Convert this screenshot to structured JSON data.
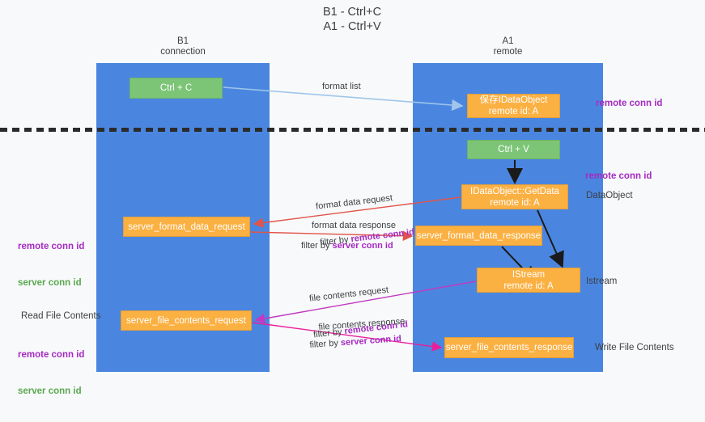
{
  "title": "B1 - Ctrl+C\nA1 - Ctrl+V",
  "columns": {
    "left": {
      "head": "B1\nconnection"
    },
    "right": {
      "head": "A1\nremote"
    }
  },
  "nodes": {
    "ctrl_c": "Ctrl + C",
    "save_idataobject": "保存IDataObject\nremote id: A",
    "ctrl_v": "Ctrl + V",
    "getdata": "IDataObject::GetData\nremote id: A",
    "server_format_data_request": "server_format_data_request",
    "server_format_data_response": "server_format_data_response",
    "istream": "IStream\nremote id: A",
    "server_file_contents_request": "server_file_contents_request",
    "server_file_contents_response": "server_file_contents_response"
  },
  "edge_labels": {
    "format_list": "format list",
    "format_data_request": "format data request",
    "format_data_request_filter_prefix": "filter by ",
    "format_data_request_filter_key": "remote conn id",
    "format_data_response": "format data response",
    "format_data_response_filter_prefix": "filter by ",
    "format_data_response_filter_key": "server conn id",
    "file_contents_request": "file contents request",
    "file_contents_request_filter_prefix": "filter by ",
    "file_contents_request_filter_key": "remote conn id",
    "file_contents_response": "file contents response",
    "file_contents_response_filter_prefix": "filter by ",
    "file_contents_response_filter_key": "server conn id"
  },
  "annotations": {
    "right_remote_conn_id_top": "remote conn id",
    "right_remote_conn_id_mid": "remote conn id",
    "right_dataobject": "DataObject",
    "right_istream": "Istream",
    "right_write_file_contents": "Write File Contents",
    "left_remote_conn_id": "remote conn id",
    "left_server_conn_id": "server conn id",
    "left_read_file_contents": "Read File Contents",
    "left_remote_conn_id_2": "remote conn id",
    "left_server_conn_id_2": "server conn id"
  },
  "colors": {
    "lane": "#4a86e0",
    "green_node": "#7cc576",
    "orange_node": "#fbb042",
    "purple_key": "#a52ac2",
    "green_key": "#5aa84f",
    "arrow_light_blue": "#9fc6ea",
    "arrow_red": "#e2534a",
    "arrow_magenta": "#c13ac1",
    "arrow_pink": "#ea1e9c",
    "arrow_black": "#1a1a1a",
    "divider_dashed": "#2b2b2b"
  }
}
